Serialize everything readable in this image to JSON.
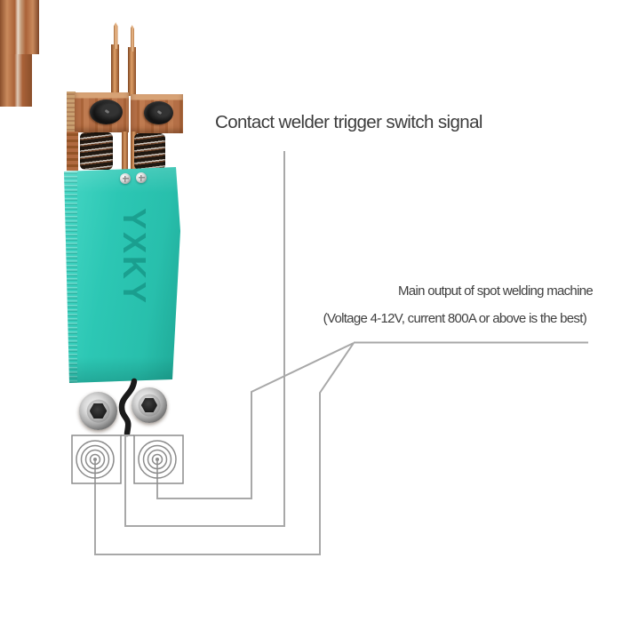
{
  "theme": {
    "line-color": "#a8a8a8",
    "target-color": "#8c8c8c",
    "heading-color": "#3c3c3c",
    "label-color": "#3f3f3f",
    "body-teal": "#2cc7b4",
    "copper": "#b46f46",
    "wire-color": "#1a1a1a"
  },
  "labels": {
    "trigger": "Contact welder trigger switch signal",
    "output_title": "Main output of spot welding machine",
    "output_detail": "(Voltage 4-12V, current 800A or above is the best)"
  },
  "device": {
    "brand": "YXKY"
  }
}
